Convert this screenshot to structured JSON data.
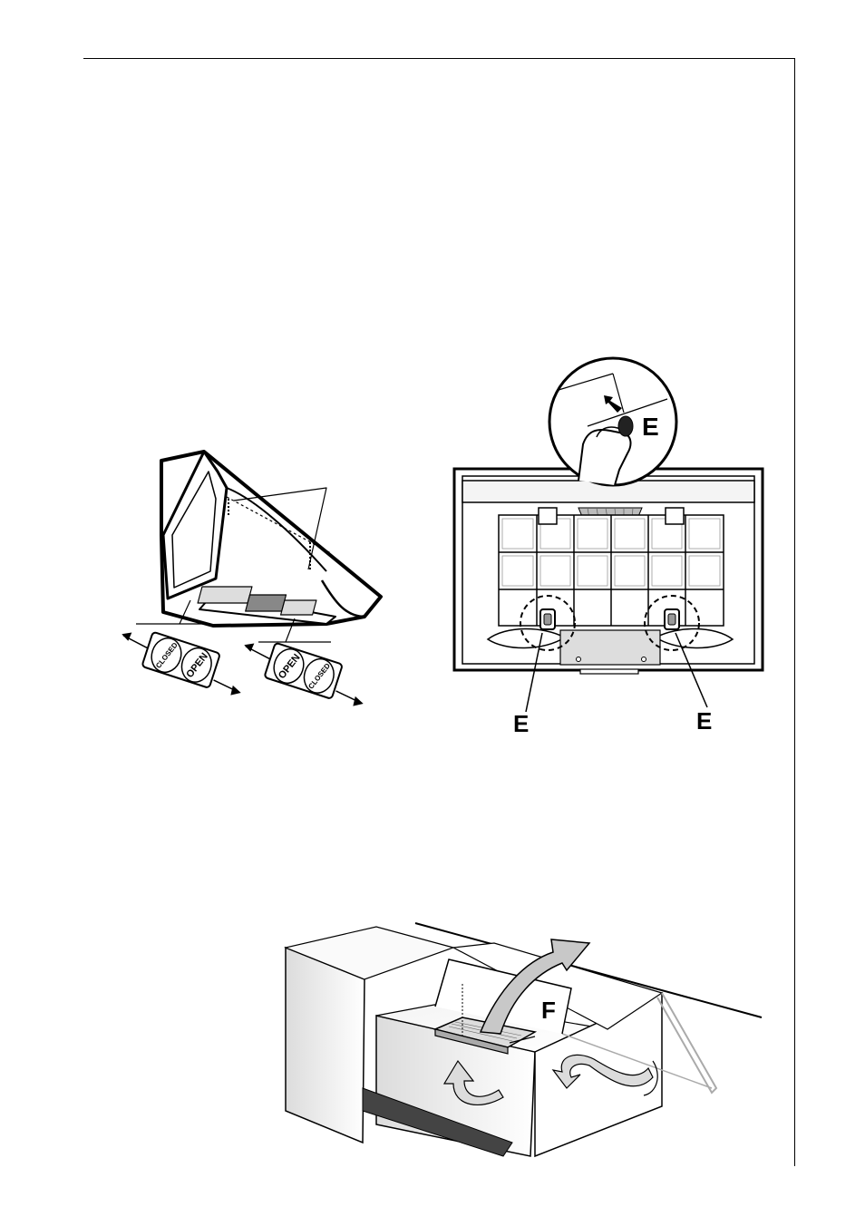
{
  "figure_hood_dampers": {
    "tag_left_closed": "CLOSED",
    "tag_left_open": "OPEN",
    "tag_right_open": "OPEN",
    "tag_right_closed": "CLOSED"
  },
  "figure_filter_panel": {
    "label_inset": "E",
    "label_left": "E",
    "label_right": "E"
  },
  "figure_filter_removal": {
    "label_filter": "F"
  }
}
